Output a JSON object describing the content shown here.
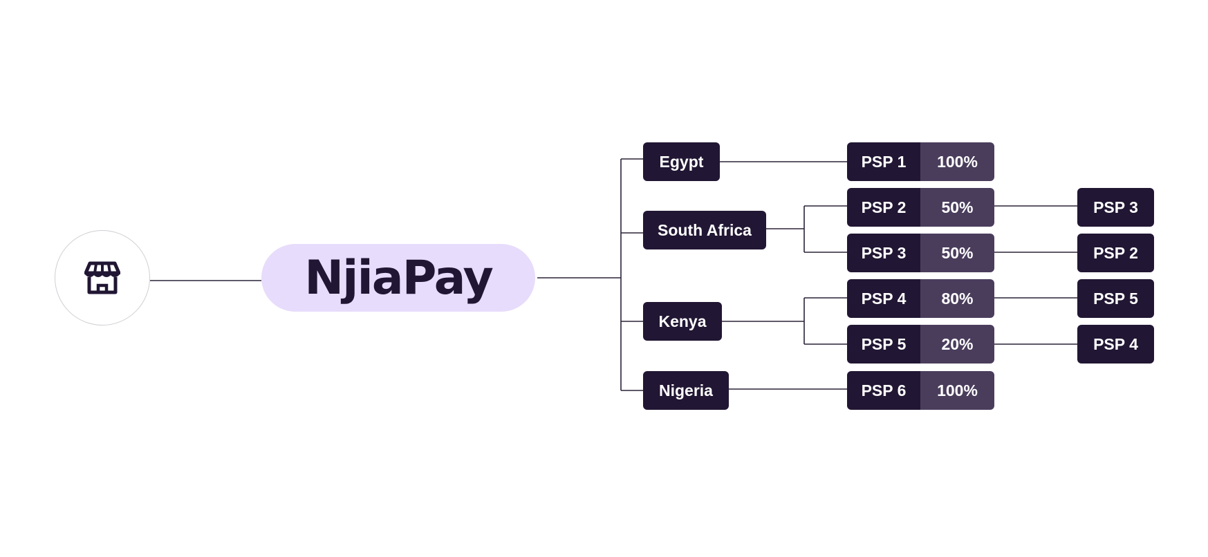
{
  "brand": {
    "name": "NjiaPay",
    "accent": "#e7dcfb",
    "dark": "#211633",
    "mid": "#4a3d5c"
  },
  "merchant": {
    "icon": "storefront-icon"
  },
  "countries": [
    {
      "name": "Egypt",
      "routes": [
        {
          "psp": "PSP 1",
          "share": "100%"
        }
      ]
    },
    {
      "name": "South Africa",
      "routes": [
        {
          "psp": "PSP 2",
          "share": "50%",
          "fallback": "PSP 3"
        },
        {
          "psp": "PSP 3",
          "share": "50%",
          "fallback": "PSP 2"
        }
      ]
    },
    {
      "name": "Kenya",
      "routes": [
        {
          "psp": "PSP 4",
          "share": "80%",
          "fallback": "PSP 5"
        },
        {
          "psp": "PSP 5",
          "share": "20%",
          "fallback": "PSP 4"
        }
      ]
    },
    {
      "name": "Nigeria",
      "routes": [
        {
          "psp": "PSP 6",
          "share": "100%"
        }
      ]
    }
  ]
}
